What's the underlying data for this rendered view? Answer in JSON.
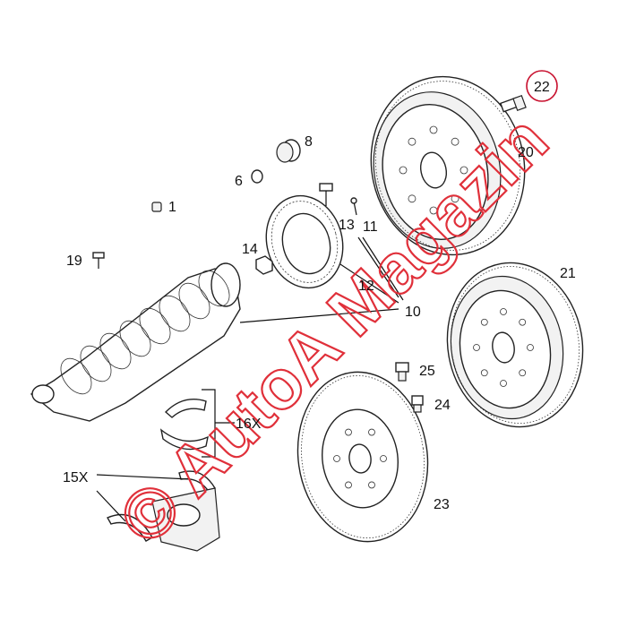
{
  "callouts": [
    {
      "id": "c1",
      "text": "1"
    },
    {
      "id": "c6",
      "text": "6"
    },
    {
      "id": "c8",
      "text": "8"
    },
    {
      "id": "c10",
      "text": "10"
    },
    {
      "id": "c11",
      "text": "11"
    },
    {
      "id": "c12",
      "text": "12"
    },
    {
      "id": "c13",
      "text": "13"
    },
    {
      "id": "c14",
      "text": "14"
    },
    {
      "id": "c15x",
      "text": "15X"
    },
    {
      "id": "c16x",
      "text": "16X"
    },
    {
      "id": "c19",
      "text": "19"
    },
    {
      "id": "c20",
      "text": "20"
    },
    {
      "id": "c21",
      "text": "21"
    },
    {
      "id": "c22",
      "text": "22"
    },
    {
      "id": "c23",
      "text": "23"
    },
    {
      "id": "c24",
      "text": "24"
    },
    {
      "id": "c25",
      "text": "25"
    }
  ],
  "watermark": {
    "text": "© AutoA Magazin",
    "color": "#e0303a",
    "copyright_color": "#3a3ad0"
  },
  "highlight_color": "#c8102e"
}
